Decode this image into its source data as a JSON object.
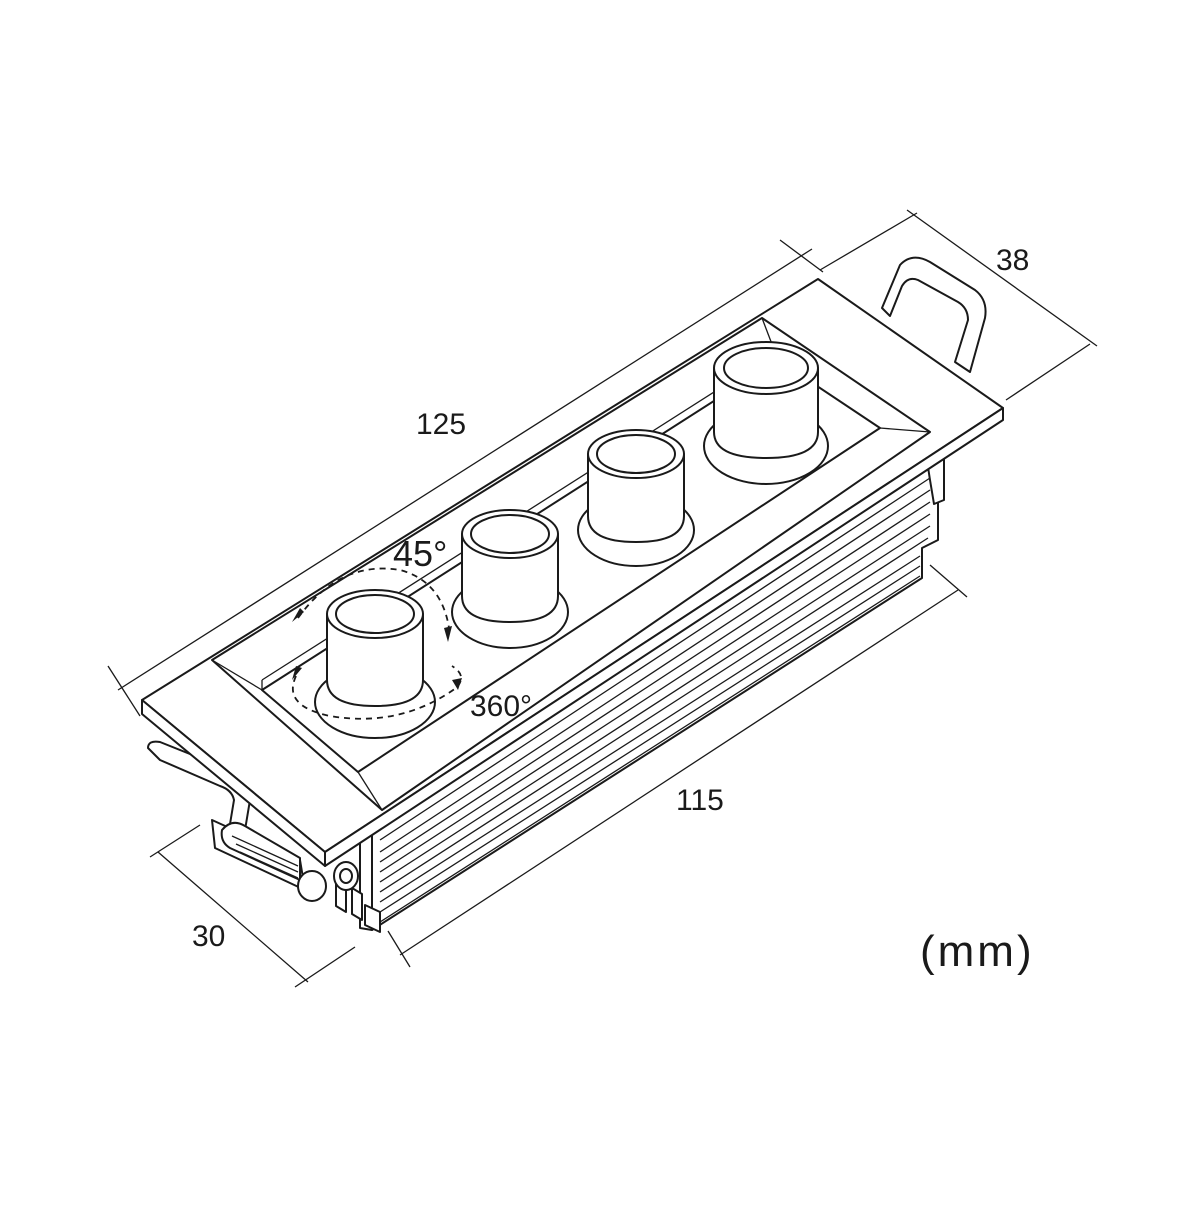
{
  "dimensions": {
    "length_top": "125",
    "width_right": "38",
    "length_bottom": "115",
    "height_left": "30"
  },
  "angles": {
    "tilt": "45°",
    "rotation": "360°"
  },
  "unit": "(mm)"
}
